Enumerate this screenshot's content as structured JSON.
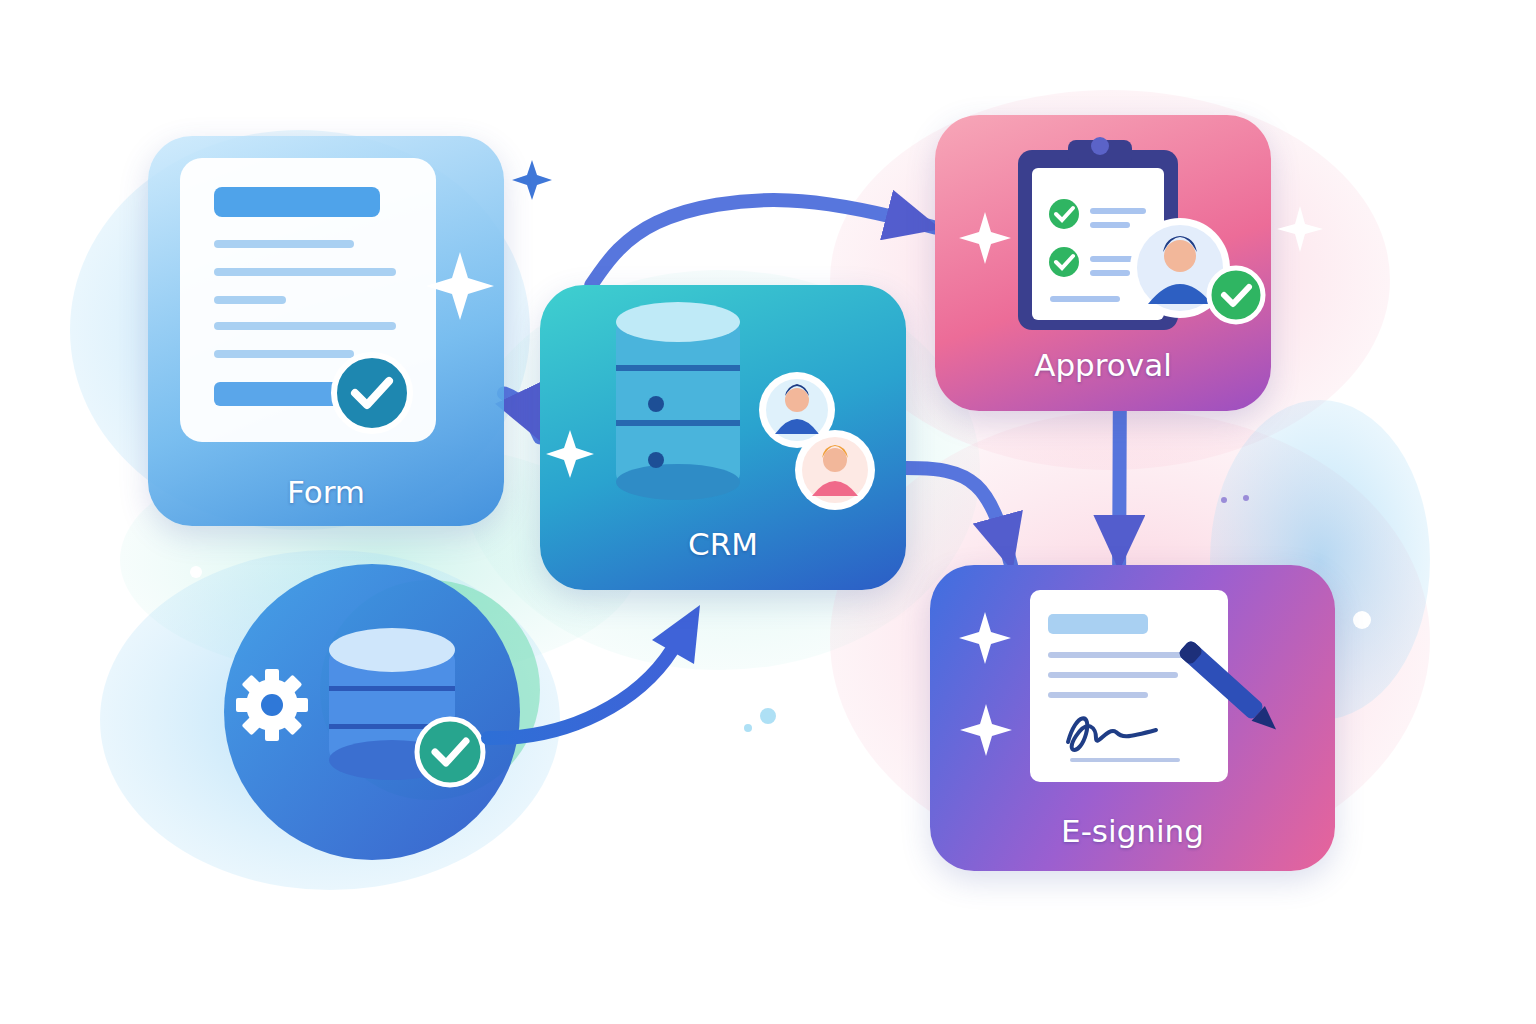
{
  "diagram": {
    "nodes": [
      {
        "text": [
          "Form"
        ]
      },
      {
        "text": [
          "CRM"
        ]
      },
      {
        "text": [
          "Approval"
        ]
      },
      {
        "text": [
          "E-signing"
        ]
      }
    ],
    "edges": [
      {
        "from": 0,
        "to": 1,
        "arrow": "to"
      },
      {
        "from": 1,
        "to": 2,
        "arrow": "to"
      },
      {
        "from": 1,
        "to": 3,
        "arrow": "to"
      },
      {
        "from": 2,
        "to": 3,
        "arrow": "to"
      }
    ]
  }
}
